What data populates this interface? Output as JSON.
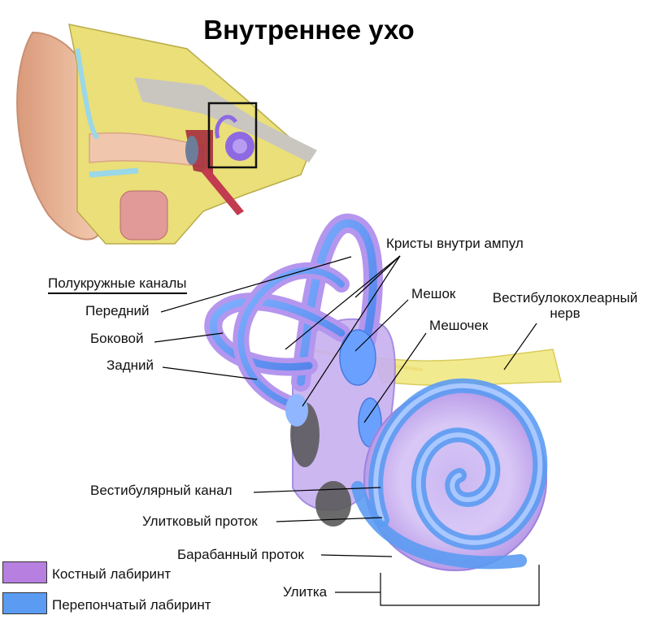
{
  "title": "Внутреннее ухо",
  "labels": {
    "semicircular_header": "Полукружные каналы",
    "anterior": "Передний",
    "lateral": "Боковой",
    "posterior": "Задний",
    "cristae": "Кристы внутри ампул",
    "utricle": "Мешок",
    "saccule": "Мешочек",
    "nerve": "Вестибулокохлеарный нерв",
    "vestibular_canal": "Вестибулярный канал",
    "cochlear_duct": "Улитковый проток",
    "tympanic_duct": "Барабанный проток",
    "cochlea": "Улитка"
  },
  "legend": [
    {
      "label": "Костный лабиринт",
      "color": "#b77fe0"
    },
    {
      "label": "Перепончатый лабиринт",
      "color": "#5b9bf2"
    }
  ],
  "colors": {
    "skin": "#e8b79a",
    "bone": "#efe36b",
    "bony_labyrinth": "#b77fe0",
    "membranous_labyrinth": "#5b9bf2",
    "nerve": "#f2ea8f"
  }
}
